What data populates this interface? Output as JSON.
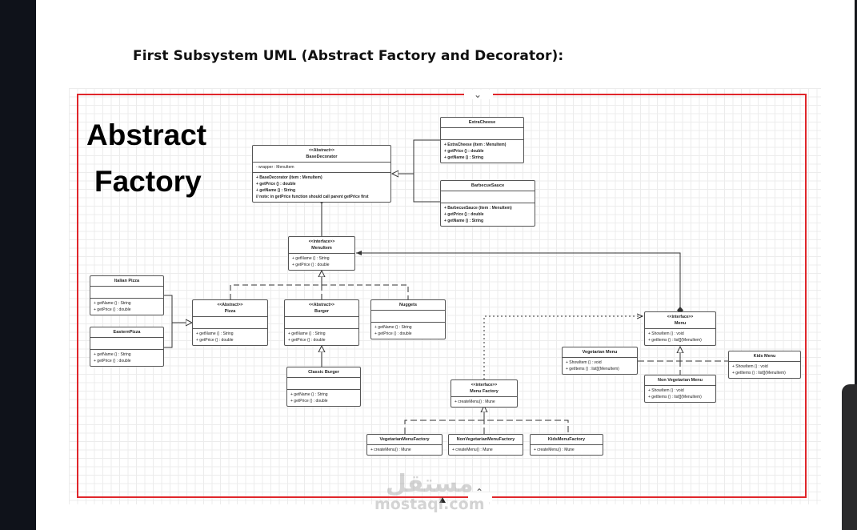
{
  "page": {
    "heading": "First Subsystem UML (Abstract Factory and Decorator):"
  },
  "diagram": {
    "title_line1": "Abstract",
    "title_line2": "Factory",
    "frame_color": "#e0262b",
    "classes": {
      "base_decorator": {
        "stereotype": "<<Abstract>>",
        "name": "BaseDecorator",
        "attributes": [
          "- wrapper : MenuItem"
        ],
        "methods": [
          "+ BaseDecorator (item : MenuItem)",
          "+ getPrice () : double",
          "+ getName () : String",
          "// note: in getPrice function should call parent getPrice first"
        ]
      },
      "extra_cheese": {
        "name": "ExtraCheese",
        "methods": [
          "+ ExtraCheese (item : MenuItem)",
          "+ getPrice () : double",
          "+ getName () : String"
        ]
      },
      "barbecue_sauce": {
        "name": "BarbecueSauce",
        "methods": [
          "+ BarbecueSauce (item : MenuItem)",
          "+ getPrice () : double",
          "+ getName () : String"
        ]
      },
      "menu_item": {
        "stereotype": "<<interface>>",
        "name": "MenuItem",
        "methods": [
          "+  getName () : String",
          "+ getPrice () : double"
        ]
      },
      "italian_pizza": {
        "name": "Italian Pizza",
        "methods": [
          "+  getName () : String",
          "+ getPrice () : double"
        ]
      },
      "eastern_pizza": {
        "name": "EasternPizza",
        "methods": [
          "+  getName () : String",
          "+ getPrice () : double"
        ]
      },
      "pizza": {
        "stereotype": "<<Abstract>>",
        "name": "Pizza",
        "methods": [
          "+  getName () : String",
          "+ getPrice () : double"
        ]
      },
      "burger": {
        "stereotype": "<<Abstract>>",
        "name": "Burger",
        "methods": [
          "+  getName () : String",
          "+ getPrice () : double"
        ]
      },
      "nuggets": {
        "name": "Nuggets",
        "methods": [
          "+  getName () : String",
          "+ getPrice () : double"
        ]
      },
      "classic_burger": {
        "name": "Classic Burger",
        "methods": [
          "+  getName () : String",
          "+ getPrice () : double"
        ]
      },
      "menu": {
        "stereotype": "<<interface>>",
        "name": "Menu",
        "methods": [
          "+ ShowItem () : void",
          "+ getItems () : list[](MenuItem)"
        ]
      },
      "vegetarian_menu": {
        "name": "Vegetarian Menu",
        "methods": [
          "+ ShowItem () : void",
          "+ getItems () : list[](MenuItem)"
        ]
      },
      "non_vegetarian_menu": {
        "name": "Non Vegetarian Menu",
        "methods": [
          "+ ShowItem () : void",
          "+ getItems () : list[](MenuItem)"
        ]
      },
      "kids_menu": {
        "name": "Kids Menu",
        "methods": [
          "+ ShowItem () : void",
          "+ getItems () : list[](MenuItem)"
        ]
      },
      "menu_factory": {
        "stereotype": "<<interface>>",
        "name": "Menu Factory",
        "methods": [
          "+  createMenu() : Mune"
        ]
      },
      "vegetarian_menu_factory": {
        "name": "VegetarianMenuFactory",
        "methods": [
          "+  createMenu() : Mune"
        ]
      },
      "non_vegetarian_menu_factory": {
        "name": "NonVegetarianMenuFactory",
        "methods": [
          "+  createMenu() : Mune"
        ]
      },
      "kids_menu_factory": {
        "name": "KidsMenuFactory",
        "methods": [
          "+  createMenu() : Mune"
        ]
      }
    }
  },
  "watermark": {
    "arabic": "مستقل",
    "latin": "mostaqi.com"
  },
  "icons": {
    "collapse_top": "chevron-down-icon",
    "collapse_bottom": "chevron-up-icon"
  }
}
